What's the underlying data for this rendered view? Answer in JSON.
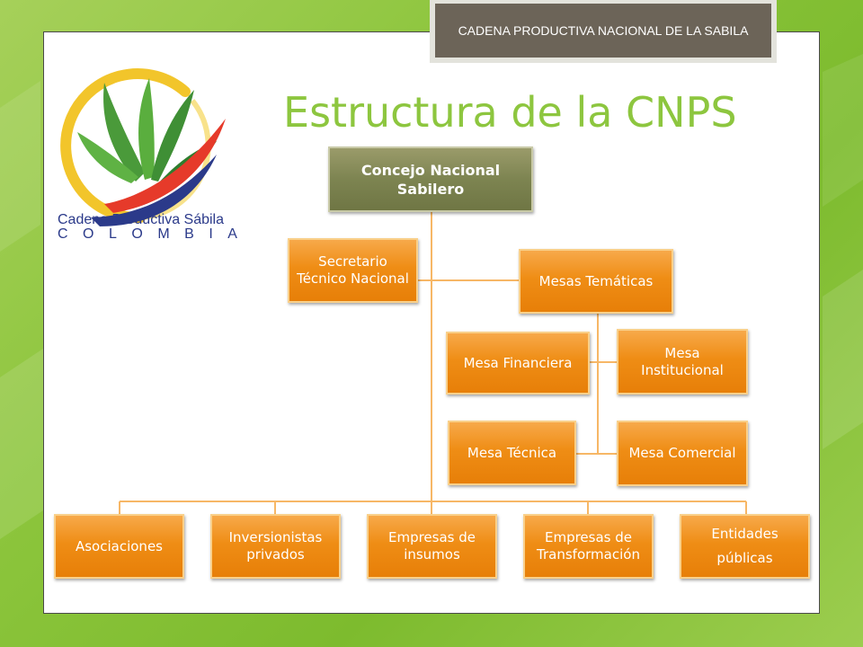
{
  "banner": {
    "text": "CADENA PRODUCTIVA NACIONAL DE LA SABILA"
  },
  "title": "Estructura de la CNPS",
  "logo": {
    "line1": "Cadena Productiva Sábila",
    "line2": "COLOMBIA",
    "colors": {
      "ring": "#f2c52b",
      "leaves": "#4a9a3a",
      "red": "#e63a2a",
      "blue": "#2b3a8a"
    }
  },
  "org": {
    "root": {
      "label": "Concejo Nacional Sabilero"
    },
    "secretary": {
      "label": "Secretario Técnico Nacional"
    },
    "mesas": {
      "label": "Mesas Temáticas"
    },
    "mesa_financiera": {
      "label": "Mesa Financiera"
    },
    "mesa_institucional": {
      "label": "Mesa Institucional"
    },
    "mesa_tecnica": {
      "label": "Mesa Técnica"
    },
    "mesa_comercial": {
      "label": "Mesa Comercial"
    },
    "members": [
      {
        "label": "Asociaciones"
      },
      {
        "label": "Inversionistas privados"
      },
      {
        "label": "Empresas de insumos"
      },
      {
        "label": "Empresas de Transformación"
      }
    ],
    "entidades": {
      "line1": "Entidades",
      "line2": "públicas"
    }
  },
  "colors": {
    "box_orange": "#ef8d15",
    "root_olive": "#7d8451",
    "title_green": "#8dc63f",
    "connector": "#f7b766"
  }
}
